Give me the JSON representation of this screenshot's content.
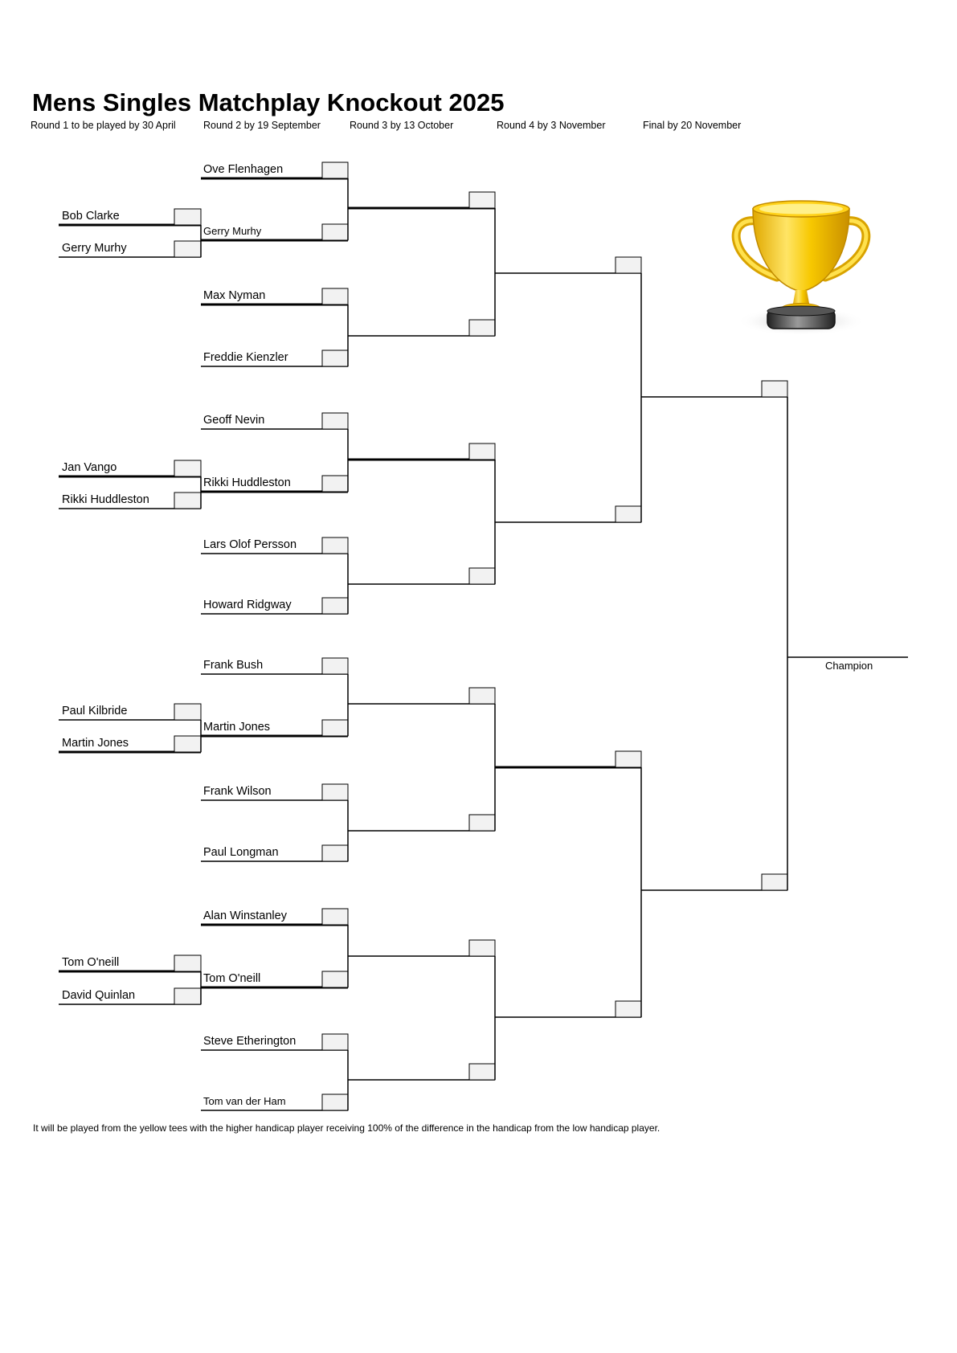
{
  "title": "Mens Singles Matchplay Knockout 2025",
  "round_headers": [
    "Round 1 to be played by 30 April",
    "Round 2 by 19 September",
    "Round 3 by 13 October",
    "Round 4 by 3 November",
    "Final by 20 November"
  ],
  "round1_players": [
    "Bob Clarke",
    "Gerry Murhy",
    "Jan Vango",
    "Rikki Huddleston",
    "Paul Kilbride",
    "Martin Jones",
    "Tom O'neill",
    "David Quinlan"
  ],
  "round2_players": [
    "Ove Flenhagen",
    "Gerry Murhy",
    "Max Nyman",
    "Freddie Kienzler",
    "Geoff Nevin",
    "Rikki Huddleston",
    "Lars Olof Persson",
    "Howard Ridgway",
    "Frank Bush",
    "Martin Jones",
    "Frank Wilson",
    "Paul Longman",
    "Alan Winstanley",
    "Tom O'neill",
    "Steve Etherington",
    "Tom van der Ham"
  ],
  "champion_label": "Champion",
  "trophy_icon": "gold-trophy-icon",
  "colors": {
    "trophy_gold": "#f5c400",
    "trophy_base": "#3a3a3a",
    "box_fill": "#f2f2f2"
  },
  "footnote": "It will be played from the yellow tees with the higher handicap player receiving 100% of the difference in the handicap from the low handicap player."
}
